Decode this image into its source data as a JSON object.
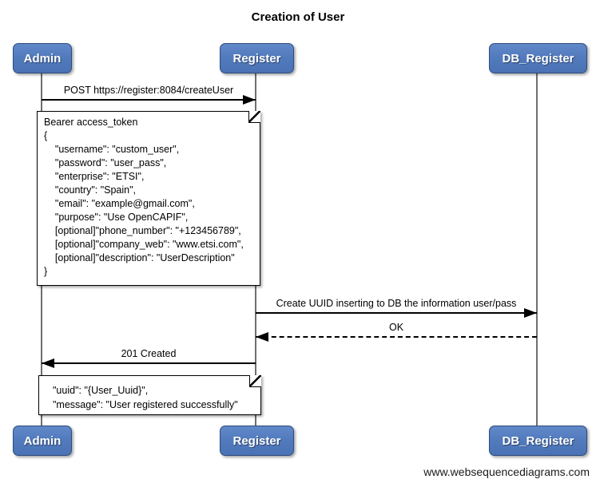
{
  "title": "Creation of User",
  "watermark": "www.websequencediagrams.com",
  "actors": [
    {
      "label": "Admin"
    },
    {
      "label": "Register"
    },
    {
      "label": "DB_Register"
    }
  ],
  "messages": [
    {
      "label": "POST https://register:8084/createUser",
      "from": "Admin",
      "to": "Register",
      "style": "solid"
    },
    {
      "label": "Create UUID inserting to DB the information user/pass",
      "from": "Register",
      "to": "DB_Register",
      "style": "solid"
    },
    {
      "label": "OK",
      "from": "DB_Register",
      "to": "Register",
      "style": "dashed"
    },
    {
      "label": "201 Created",
      "from": "Register",
      "to": "Admin",
      "style": "solid"
    }
  ],
  "notes": [
    {
      "over": "Admin,Register",
      "lines": [
        "Bearer access_token",
        "{",
        "    \"username\": \"custom_user\",",
        "    \"password\": \"user_pass\",",
        "    \"enterprise\": \"ETSI\",",
        "    \"country\": \"Spain\",",
        "    \"email\": \"example@gmail.com\",",
        "    \"purpose\": \"Use OpenCAPIF\",",
        "    [optional]\"phone_number\": \"+123456789\",",
        "    [optional]\"company_web\": \"www.etsi.com\",",
        "    [optional]\"description\": \"UserDescription\"",
        "}"
      ]
    },
    {
      "over": "Admin,Register",
      "lines": [
        "\"uuid\": \"{User_Uuid}\",",
        "\"message\": \"User registered successfully\""
      ]
    }
  ],
  "colors": {
    "actor_fill": "#527bbe",
    "actor_border": "#2e4d7d",
    "lifeline": "#6f6f6f",
    "message_line": "#000000",
    "note_fill": "#ffffff",
    "note_border": "#000000",
    "background": "#ffffff"
  }
}
